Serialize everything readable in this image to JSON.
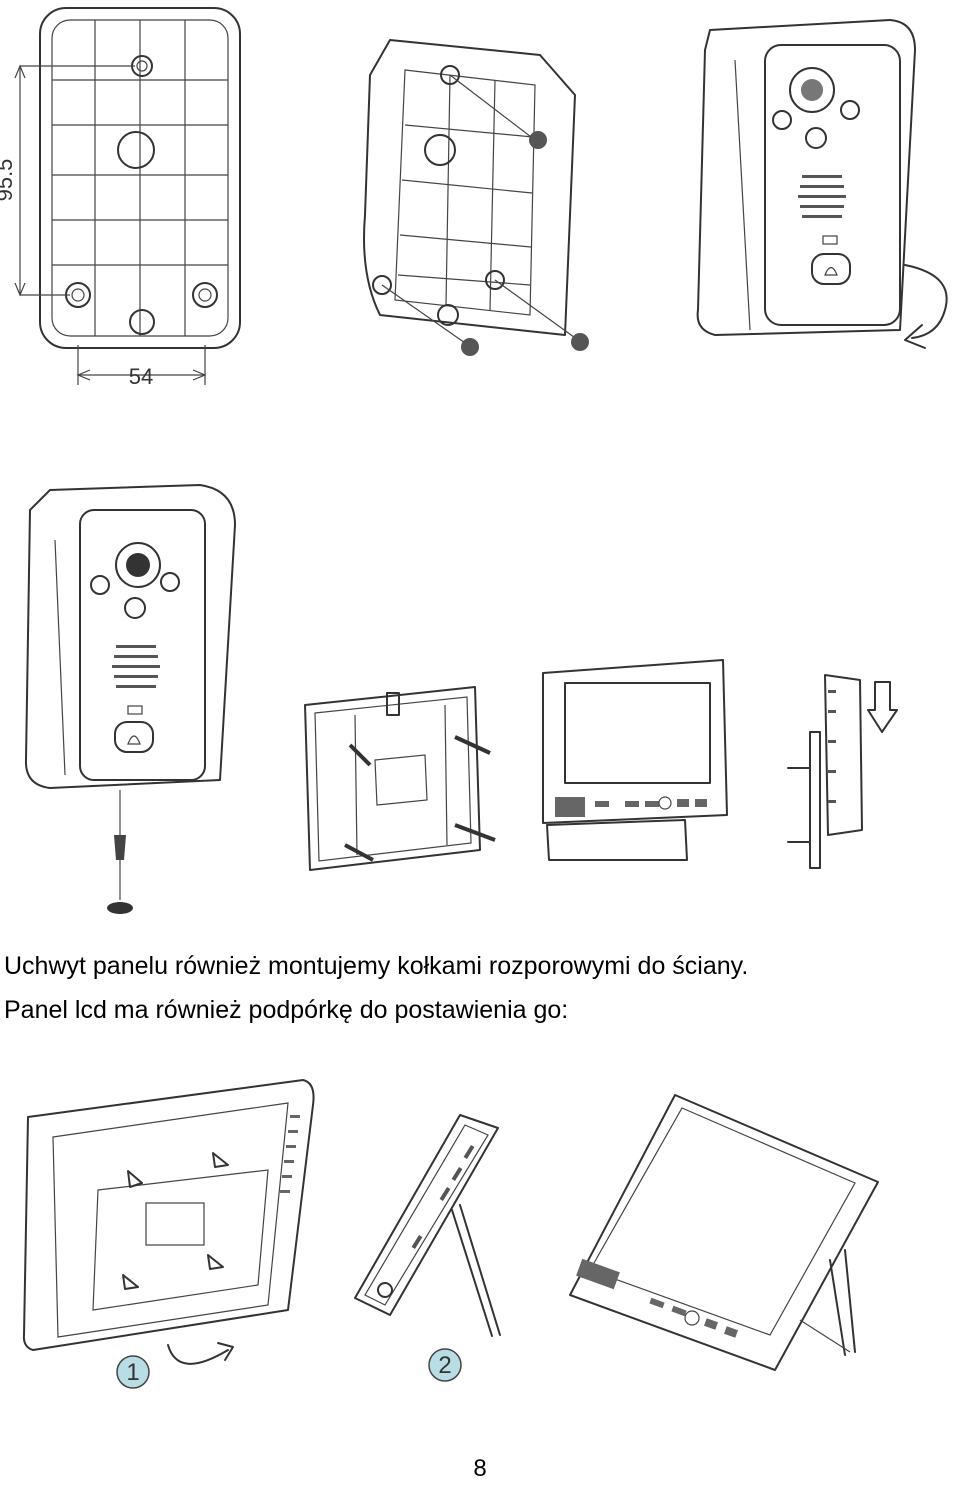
{
  "figures": {
    "bracket_back": {
      "dim_height": "95.5",
      "dim_width": "54"
    },
    "stand_step1": {
      "label": "1"
    },
    "stand_step2": {
      "label": "2"
    }
  },
  "captions": {
    "line1": "Uchwyt panelu również montujemy kołkami rozporowymi do ściany.",
    "line2": "Panel lcd ma również podpórkę do postawienia go:"
  },
  "page_number": "8",
  "colors": {
    "line": "#333333",
    "step_badge": "#b9dde4"
  }
}
